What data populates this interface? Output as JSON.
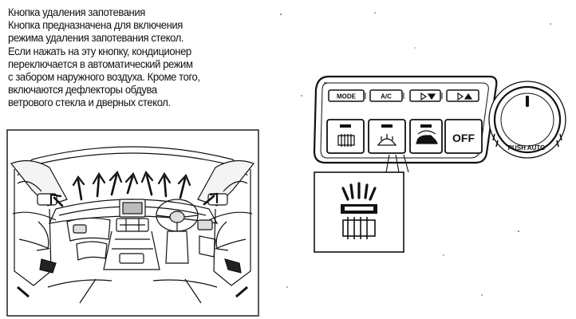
{
  "heading": "Кнопка удаления запотевания",
  "body_lines": [
    "Кнопка предназначена для включения",
    "режима удаления запотевания стекол.",
    "Если нажать на эту кнопку, кондиционер",
    "переключается в автоматический режим",
    "с забором наружного воздуха. Кроме того,",
    "включаются дефлекторы обдува",
    "ветрового стекла и дверных стекол."
  ],
  "panel": {
    "mode_label": "MODE",
    "ac_label": "A/C",
    "off_label": "OFF",
    "knob_label": "PUSH AUTO"
  },
  "icons": [
    "cabin-interior-illustration",
    "airflow-arrows",
    "climate-control-panel",
    "front-defrost-icon",
    "rear-defrost-icon",
    "recirculation-icon",
    "fan-speed-down-icon",
    "fan-speed-up-icon",
    "temperature-knob"
  ]
}
